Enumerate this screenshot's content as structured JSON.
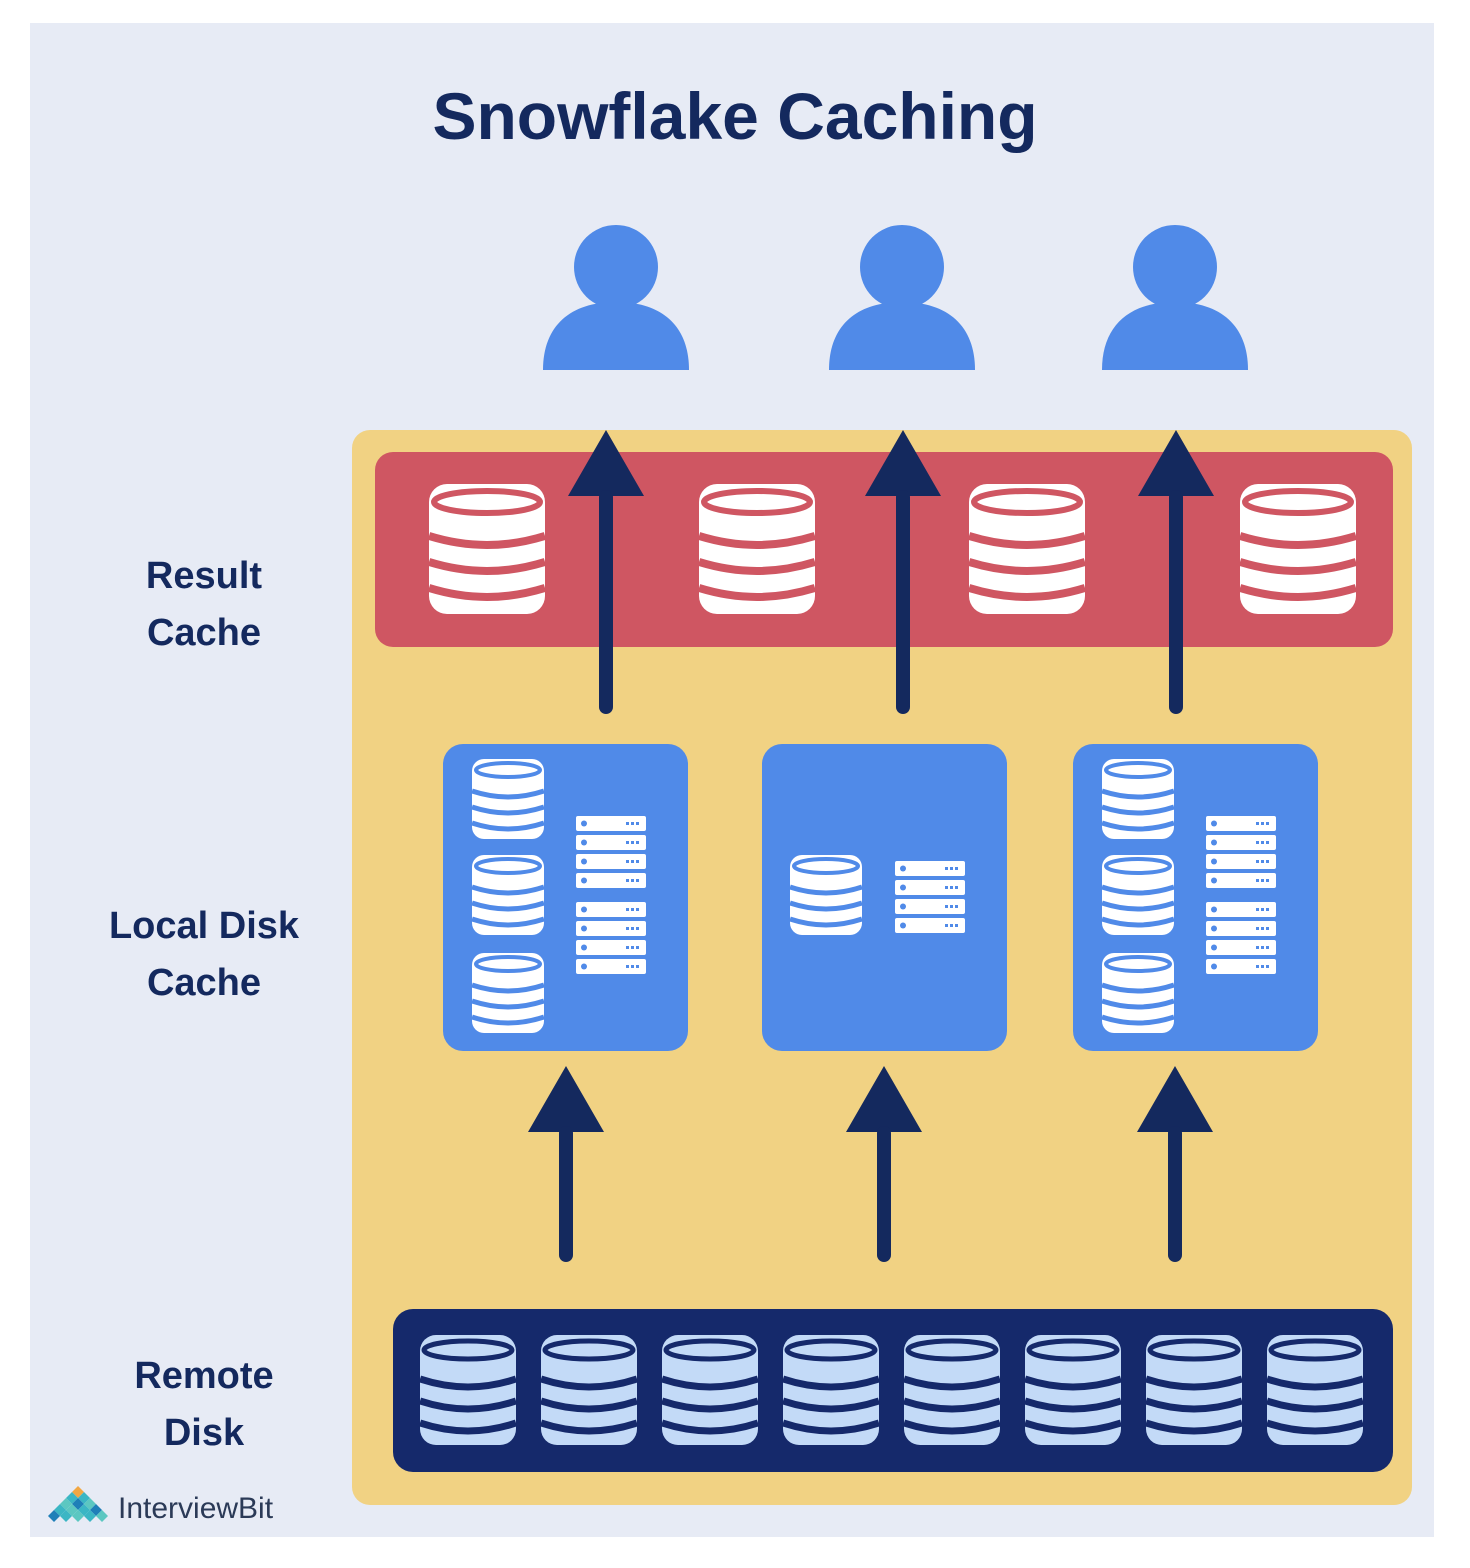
{
  "title": "Snowflake Caching",
  "layers": {
    "result": [
      "Result",
      "Cache"
    ],
    "local": [
      "Local Disk",
      "Cache"
    ],
    "remote": [
      "Remote",
      "Disk"
    ]
  },
  "logo": {
    "name": "InterviewBit"
  },
  "colors": {
    "background": "#e7ebf5",
    "title": "#14295e",
    "container": "#f1d283",
    "result_cache": "#cf5662",
    "local_disk": "#508ae8",
    "remote_disk": "#15296b",
    "remote_db": "#c3daf7",
    "user": "#508ae8",
    "arrow": "#14295e"
  },
  "icons": {
    "user": "user-icon",
    "database": "database-icon",
    "server": "server-rack-icon",
    "arrow": "arrow-up-icon"
  }
}
